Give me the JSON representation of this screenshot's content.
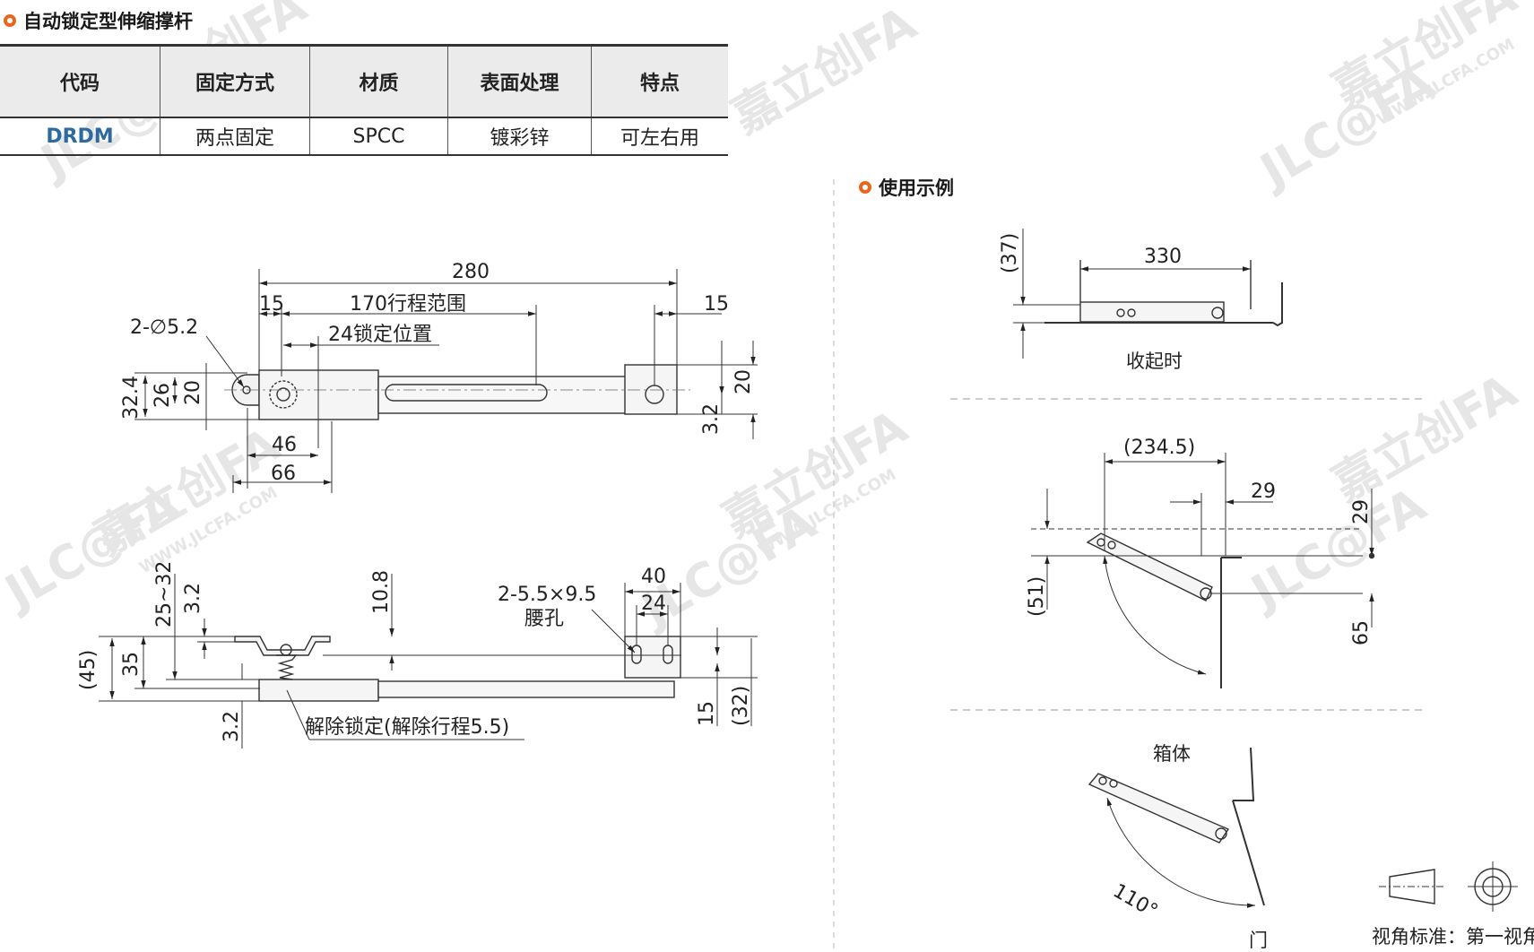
{
  "header": {
    "title": "自动锁定型伸缩撑杆"
  },
  "spec_table": {
    "headers": [
      "代码",
      "固定方式",
      "材质",
      "表面处理",
      "特点"
    ],
    "row": [
      "DRDM",
      "两点固定",
      "SPCC",
      "镀彩锌",
      "可左右用"
    ]
  },
  "usage": {
    "title": "使用示例",
    "collapsed_label": "收起时",
    "box_label": "箱体",
    "door_label": "门",
    "view_standard": "视角标准：第一视角",
    "dims": {
      "d330": "330",
      "d37": "(37)",
      "d2345": "(234.5)",
      "d29a": "29",
      "d29b": "29",
      "d51": "(51)",
      "d65": "65",
      "angle": "110°"
    }
  },
  "top_view": {
    "d280": "280",
    "d15_left": "15",
    "d170": "170行程范围",
    "d15_right": "15",
    "hole": "2-∅5.2",
    "d24lock": "24锁定位置",
    "d324": "32.4",
    "d26": "26",
    "d20": "20",
    "d46": "46",
    "d66": "66",
    "d20r": "20",
    "d32": "3.2"
  },
  "side_view": {
    "d2532": "25~32",
    "d32": "3.2",
    "d108": "10.8",
    "d35": "35",
    "d45": "(45)",
    "slot": "2-5.5×9.5",
    "slot_name": "腰孔",
    "d40": "40",
    "d24": "24",
    "d15": "15",
    "d32p": "(32)",
    "d32b": "3.2",
    "release": "解除锁定(解除行程5.5)"
  },
  "watermark": {
    "brand": "JLC@FA",
    "cn": "嘉立创FA",
    "url": "WWW.JLCFA.COM"
  }
}
